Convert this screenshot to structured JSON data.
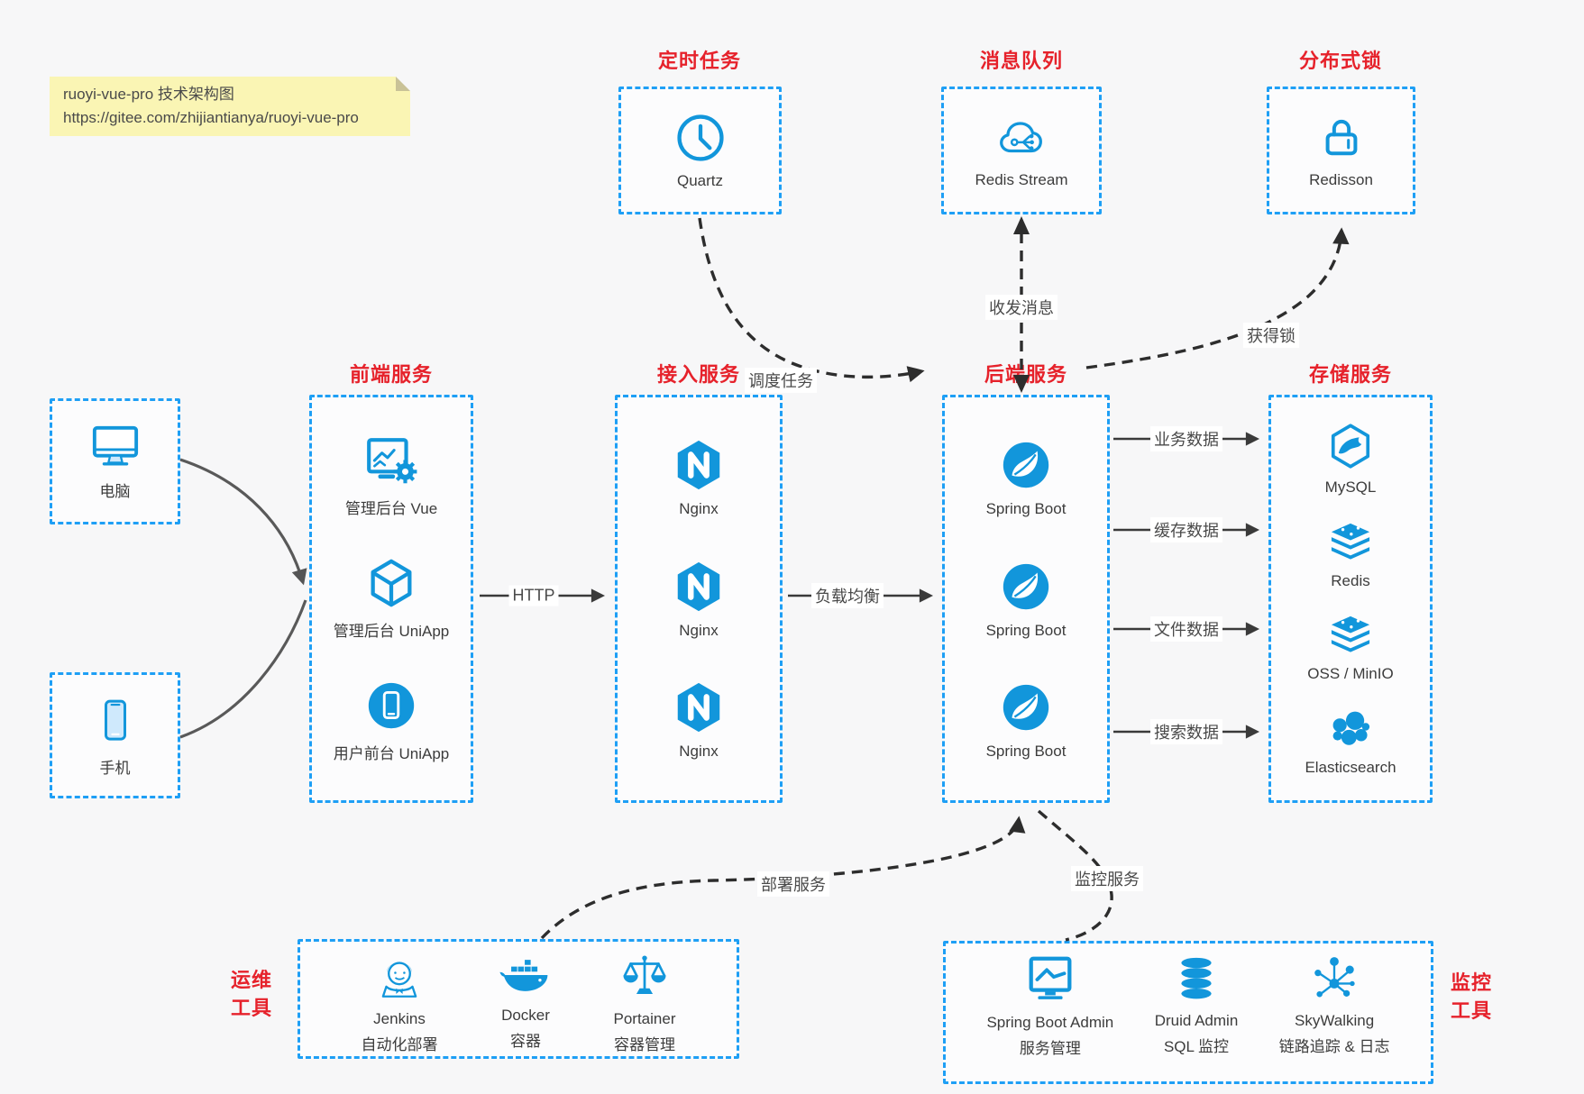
{
  "note": {
    "line1": "ruoyi-vue-pro 技术架构图",
    "line2": "https://gitee.com/zhijiantianya/ruoyi-vue-pro"
  },
  "top_services": [
    {
      "title": "定时任务",
      "icon": "clock-icon",
      "label": "Quartz"
    },
    {
      "title": "消息队列",
      "icon": "cloud-stream-icon",
      "label": "Redis Stream"
    },
    {
      "title": "分布式锁",
      "icon": "lock-icon",
      "label": "Redisson"
    }
  ],
  "clients": [
    {
      "icon": "computer-icon",
      "label": "电脑"
    },
    {
      "icon": "phone-icon",
      "label": "手机"
    }
  ],
  "frontend": {
    "title": "前端服务",
    "items": [
      {
        "icon": "admin-screen-gear-icon",
        "label": "管理后台 Vue"
      },
      {
        "icon": "cube-icon",
        "label": "管理后台 UniApp"
      },
      {
        "icon": "mobile-circle-icon",
        "label": "用户前台 UniApp"
      }
    ]
  },
  "gateway": {
    "title": "接入服务",
    "items": [
      {
        "icon": "nginx-icon",
        "label": "Nginx"
      },
      {
        "icon": "nginx-icon",
        "label": "Nginx"
      },
      {
        "icon": "nginx-icon",
        "label": "Nginx"
      }
    ]
  },
  "backend": {
    "title": "后端服务",
    "items": [
      {
        "icon": "spring-boot-icon",
        "label": "Spring Boot"
      },
      {
        "icon": "spring-boot-icon",
        "label": "Spring Boot"
      },
      {
        "icon": "spring-boot-icon",
        "label": "Spring Boot"
      }
    ]
  },
  "storage": {
    "title": "存储服务",
    "items": [
      {
        "icon": "mysql-icon",
        "label": "MySQL"
      },
      {
        "icon": "redis-icon",
        "label": "Redis"
      },
      {
        "icon": "oss-icon",
        "label": "OSS / MinIO"
      },
      {
        "icon": "elasticsearch-icon",
        "label": "Elasticsearch"
      }
    ]
  },
  "ops": {
    "title": "运维工具",
    "items": [
      {
        "icon": "jenkins-icon",
        "name": "Jenkins",
        "desc": "自动化部署"
      },
      {
        "icon": "docker-icon",
        "name": "Docker",
        "desc": "容器"
      },
      {
        "icon": "portainer-icon",
        "name": "Portainer",
        "desc": "容器管理"
      }
    ]
  },
  "monitoring": {
    "title": "监控工具",
    "items": [
      {
        "icon": "spring-boot-admin-icon",
        "name": "Spring Boot Admin",
        "desc": "服务管理"
      },
      {
        "icon": "druid-icon",
        "name": "Druid Admin",
        "desc": "SQL 监控"
      },
      {
        "icon": "skywalking-icon",
        "name": "SkyWalking",
        "desc": "链路追踪 & 日志"
      }
    ]
  },
  "edges": {
    "http": "HTTP",
    "load_balance": "负载均衡",
    "business_data": "业务数据",
    "cache_data": "缓存数据",
    "file_data": "文件数据",
    "search_data": "搜索数据",
    "schedule_task": "调度任务",
    "send_receive_msg": "收发消息",
    "acquire_lock": "获得锁",
    "deploy_service": "部署服务",
    "monitor_service": "监控服务"
  },
  "colors": {
    "blue_border": "#1E9FF5",
    "icon_blue": "#1296DB",
    "red": "#E6222B"
  }
}
